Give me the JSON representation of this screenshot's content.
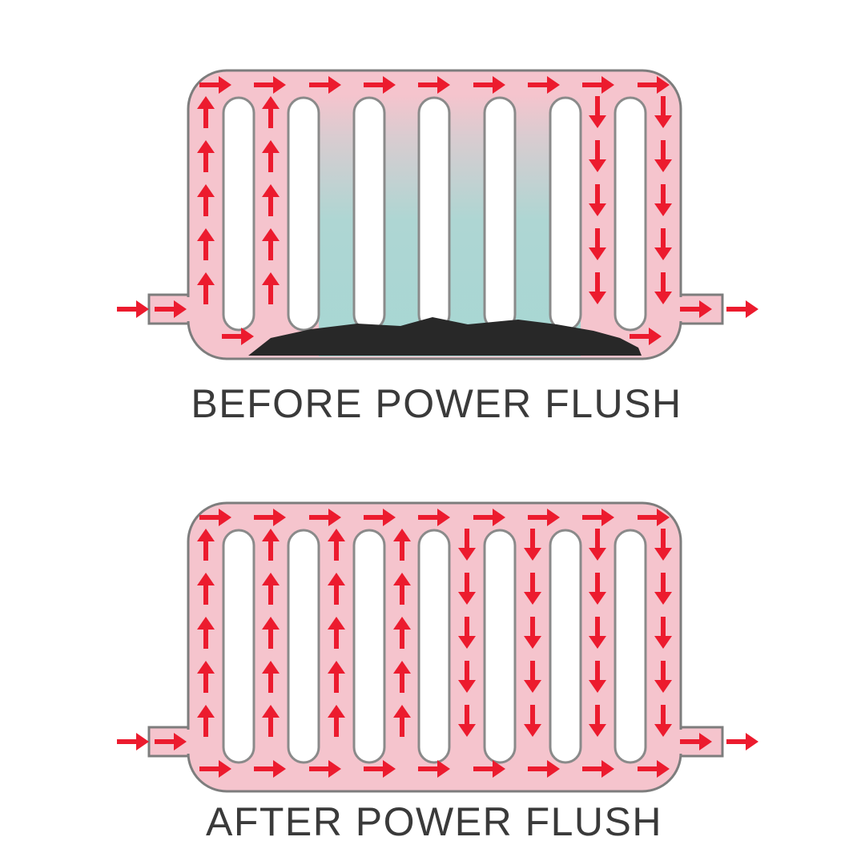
{
  "page": {
    "background": "#ffffff"
  },
  "colors": {
    "radiator_body": "#f5c4cd",
    "radiator_outline": "#7d7d7d",
    "slot_fill": "#ffffff",
    "slot_outline": "#8a8a8a",
    "arrow_red": "#ec1b2e",
    "cold_teal": "#a7d7d3",
    "cold_blend": "#d8ccd0",
    "sludge_black": "#282828",
    "label_text": "#3a3a3a"
  },
  "diagrams": [
    {
      "id": "before-power-flush",
      "label": "BEFORE POWER FLUSH",
      "flow_channels": [
        "up",
        "up",
        "cold",
        "cold",
        "cold",
        "cold",
        "down",
        "down"
      ],
      "sludge": true,
      "bottom_flow": "ends_only",
      "top_arrow_count": 9,
      "arrows_per_channel": 5
    },
    {
      "id": "after-power-flush",
      "label": "AFTER POWER FLUSH",
      "flow_channels": [
        "up",
        "up",
        "up",
        "up",
        "down",
        "down",
        "down",
        "down"
      ],
      "sludge": false,
      "bottom_flow": "full",
      "top_arrow_count": 9,
      "arrows_per_channel": 5
    }
  ]
}
